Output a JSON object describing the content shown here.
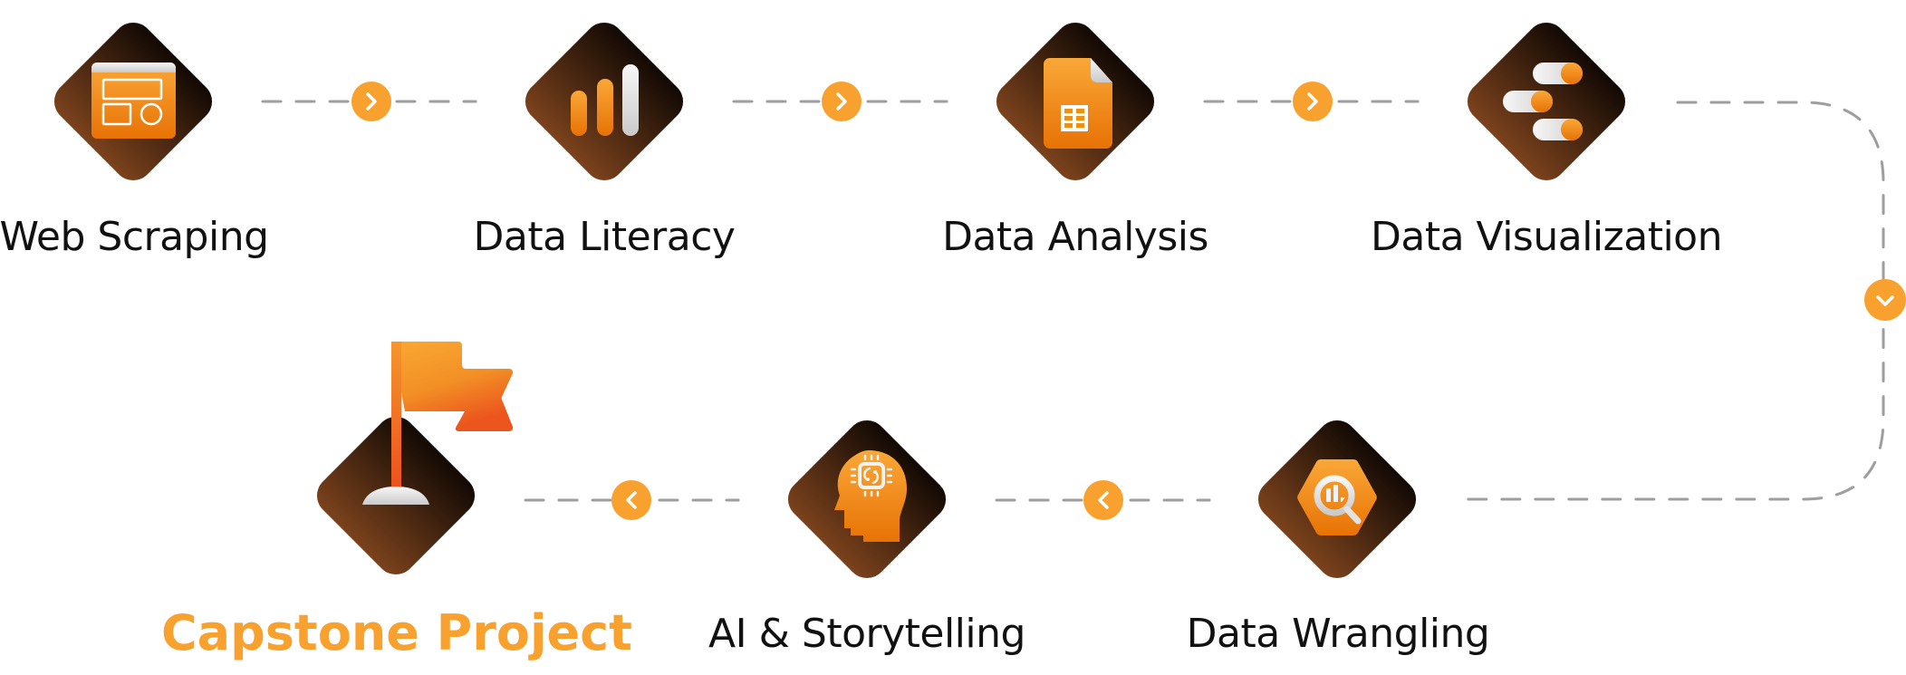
{
  "diagram": {
    "type": "learning-path-flow",
    "colors": {
      "accent": "#F9A12E",
      "accent_dark": "#E8730A",
      "tile_top": "#120904",
      "tile_bottom": "#7B421C",
      "connector": "#9E9E9E",
      "label": "#111111",
      "final_label": "#F9A12E",
      "icon_light": "#F2F2F2",
      "icon_light_shade": "#CFCFCF"
    },
    "steps": [
      {
        "id": "web-scraping",
        "label": "Web Scraping",
        "icon": "browser-layout-icon",
        "row": 1,
        "order": 1
      },
      {
        "id": "data-literacy",
        "label": "Data Literacy",
        "icon": "bar-chart-icon",
        "row": 1,
        "order": 2
      },
      {
        "id": "data-analysis",
        "label": "Data Analysis",
        "icon": "spreadsheet-icon",
        "row": 1,
        "order": 3
      },
      {
        "id": "data-visualization",
        "label": "Data Visualization",
        "icon": "toggles-icon",
        "row": 1,
        "order": 4
      },
      {
        "id": "data-wrangling",
        "label": "Data Wrangling",
        "icon": "hexagon-search-icon",
        "row": 2,
        "order": 5
      },
      {
        "id": "ai-storytelling",
        "label": "AI & Storytelling",
        "icon": "ai-head-icon",
        "row": 2,
        "order": 6
      },
      {
        "id": "capstone-project",
        "label": "Capstone Project",
        "icon": "flag-icon",
        "row": 2,
        "order": 7,
        "highlight": true
      }
    ],
    "connectors": [
      {
        "from": "web-scraping",
        "to": "data-literacy",
        "direction": "right"
      },
      {
        "from": "data-literacy",
        "to": "data-analysis",
        "direction": "right"
      },
      {
        "from": "data-analysis",
        "to": "data-visualization",
        "direction": "right"
      },
      {
        "from": "data-visualization",
        "to": "data-wrangling",
        "direction": "down"
      },
      {
        "from": "data-wrangling",
        "to": "ai-storytelling",
        "direction": "left"
      },
      {
        "from": "ai-storytelling",
        "to": "capstone-project",
        "direction": "left"
      }
    ]
  }
}
